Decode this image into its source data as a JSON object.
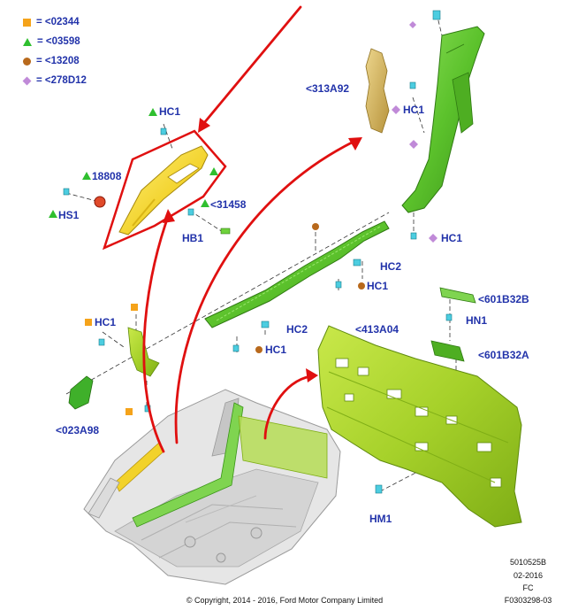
{
  "legend": [
    {
      "text": "= <02344",
      "symbol": "square",
      "color": "#f5a31a"
    },
    {
      "text": "= <03598",
      "symbol": "triangle",
      "color": "#2fbf2f"
    },
    {
      "text": "= <13208",
      "symbol": "circle",
      "color": "#b8691c"
    },
    {
      "text": "= <278D12",
      "symbol": "diamond",
      "color": "#c08ad8"
    }
  ],
  "labels": {
    "l_313A92": "<313A92",
    "l_HC1_top": "HC1",
    "l_HC1_right_top": "HC1",
    "l_18808": "18808",
    "l_HS1": "HS1",
    "l_31458": "<31458",
    "l_HB1": "HB1",
    "l_HC1_right_mid": "HC1",
    "l_HC2_upper": "HC2",
    "l_HC1_mid": "HC1",
    "l_601B32B": "<601B32B",
    "l_HC1_left": "HC1",
    "l_HN1": "HN1",
    "l_413A04": "<413A04",
    "l_HC2_lower": "HC2",
    "l_HC1_lower": "HC1",
    "l_601B32A": "<601B32A",
    "l_023A98": "<023A98",
    "l_HM1": "HM1"
  },
  "footer": {
    "copyright": "© Copyright, 2014 - 2016, Ford Motor Company Limited",
    "ref_code": "5010525B",
    "date": "02-2016",
    "fc": "FC",
    "figure_id": "F0303298-03"
  },
  "colors": {
    "label_blue": "#2233aa",
    "trim_green": "#6fd23c",
    "trim_dark_green": "#3e9a1e",
    "yellow_trim": "#f2d22a",
    "tan_part": "#d8b860",
    "callout_red": "#e01010"
  }
}
